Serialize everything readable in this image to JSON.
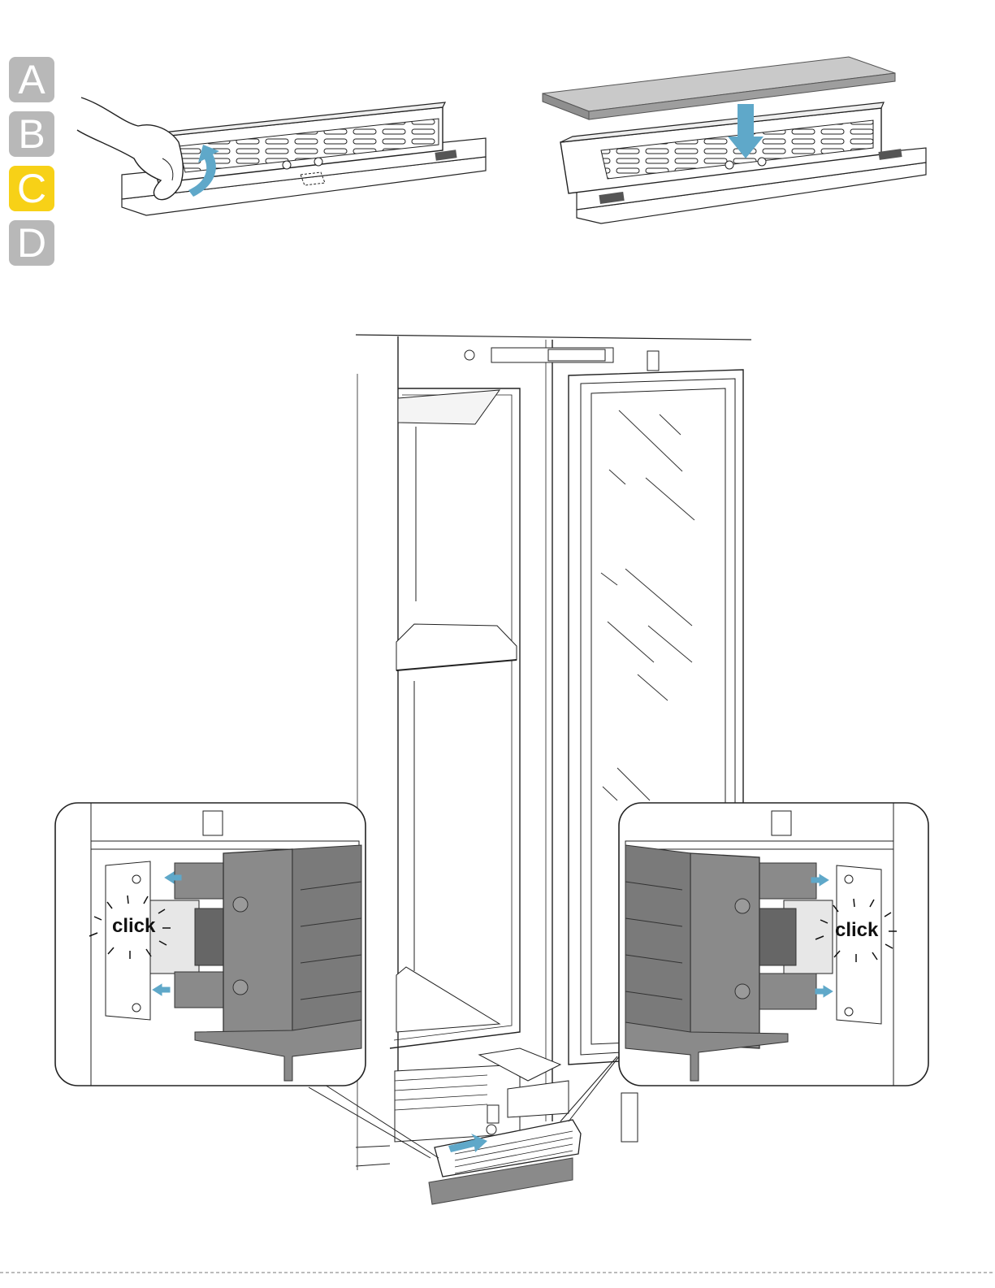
{
  "steps": [
    {
      "letter": "A",
      "active": false
    },
    {
      "letter": "B",
      "active": false
    },
    {
      "letter": "C",
      "active": true
    },
    {
      "letter": "D",
      "active": false
    }
  ],
  "callouts": {
    "left_label": "click",
    "right_label": "click"
  },
  "colors": {
    "active_step": "#f7d117",
    "inactive_step": "#b8b8b8",
    "arrow": "#5fa8c9",
    "part_gray": "#8a8a8a"
  },
  "icons": [
    "curved-arrow-up-icon",
    "arrow-down-icon",
    "arrow-left-icon",
    "arrow-right-icon",
    "slide-arrow-icon",
    "hand-icon"
  ]
}
